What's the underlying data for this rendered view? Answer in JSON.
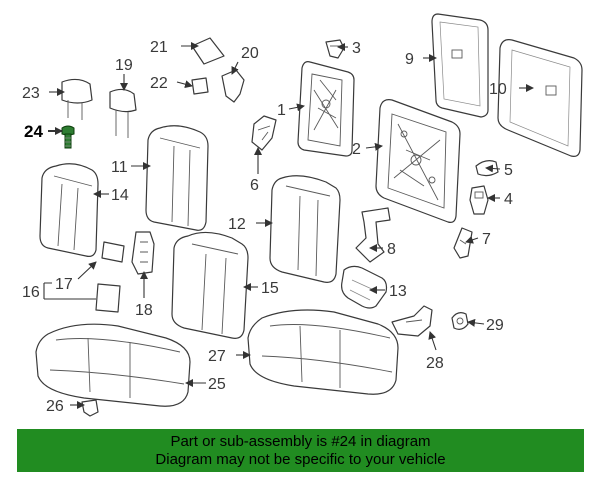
{
  "callouts": {
    "c1": "1",
    "c2": "2",
    "c3": "3",
    "c4": "4",
    "c5": "5",
    "c6": "6",
    "c7": "7",
    "c8": "8",
    "c9": "9",
    "c10": "10",
    "c11": "11",
    "c12": "12",
    "c13": "13",
    "c14": "14",
    "c15": "15",
    "c16": "16",
    "c17": "17",
    "c18": "18",
    "c19": "19",
    "c20": "20",
    "c21": "21",
    "c22": "22",
    "c23": "23",
    "c24": "24",
    "c25": "25",
    "c26": "26",
    "c27": "27",
    "c28": "28",
    "c29": "29"
  },
  "highlighted_part": "24",
  "colors": {
    "banner": "#218c21",
    "highlight": "#2e7d32"
  },
  "banner": {
    "line1": "Part or sub-assembly is #24 in diagram",
    "line2": "Diagram may not be specific to your vehicle"
  }
}
